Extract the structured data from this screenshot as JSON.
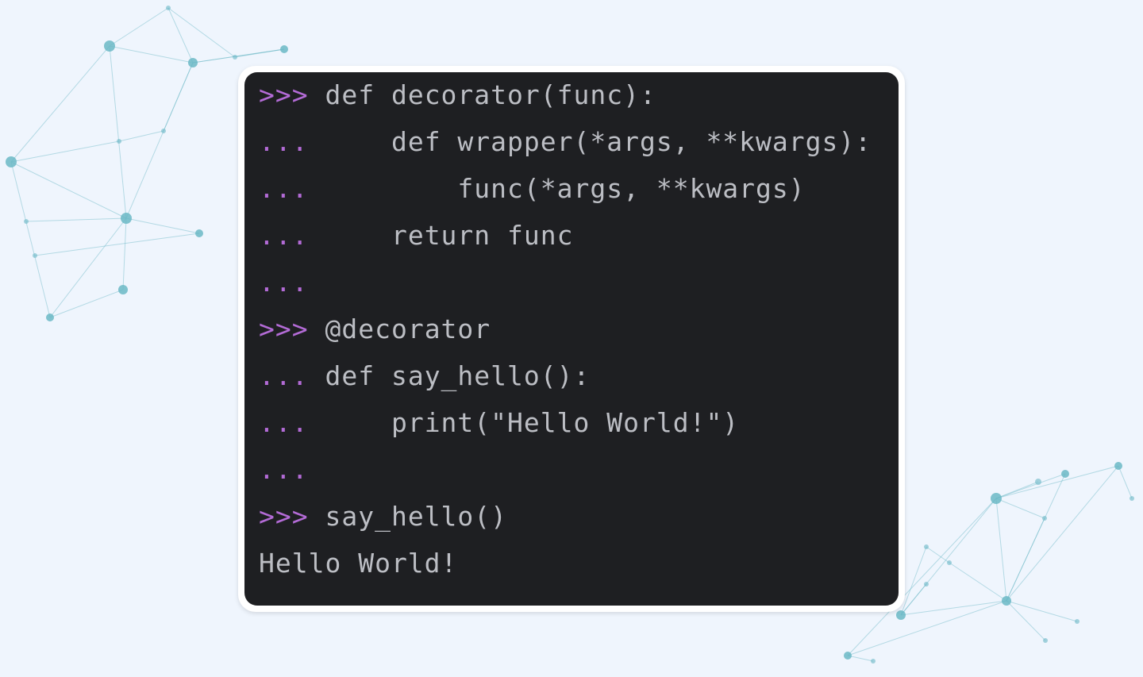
{
  "colors": {
    "background": "#eff5fd",
    "terminal": "#1e1f22",
    "text": "#bcbec4",
    "prompt": "#b36bd6",
    "network": "#6bb8c6"
  },
  "terminal": {
    "lines": [
      {
        "prompt": ">>> ",
        "code": "def decorator(func):"
      },
      {
        "prompt": "... ",
        "code": "    def wrapper(*args, **kwargs):"
      },
      {
        "prompt": "... ",
        "code": "        func(*args, **kwargs)"
      },
      {
        "prompt": "... ",
        "code": "    return func"
      },
      {
        "prompt": "... ",
        "code": ""
      },
      {
        "prompt": ">>> ",
        "code": "@decorator"
      },
      {
        "prompt": "... ",
        "code": "def say_hello():"
      },
      {
        "prompt": "... ",
        "code": "    print(\"Hello World!\")"
      },
      {
        "prompt": "... ",
        "code": ""
      },
      {
        "prompt": ">>> ",
        "code": "say_hello()"
      },
      {
        "prompt": "",
        "code": "Hello World!"
      }
    ]
  }
}
